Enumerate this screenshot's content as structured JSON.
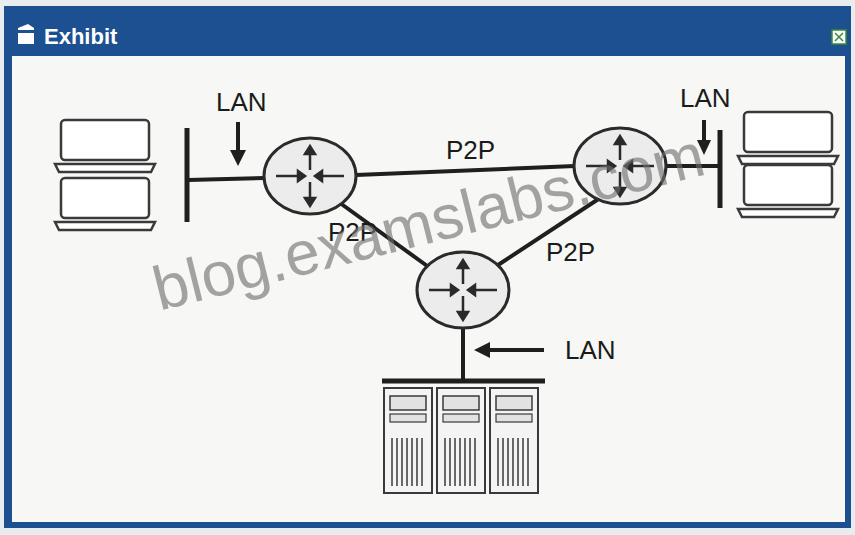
{
  "diagram": {
    "title": "Exhibit",
    "labels": [
      "LAN",
      "LAN",
      "P2P",
      "P2P",
      "P2P",
      "LAN",
      "blog.examslabs.com"
    ]
  }
}
